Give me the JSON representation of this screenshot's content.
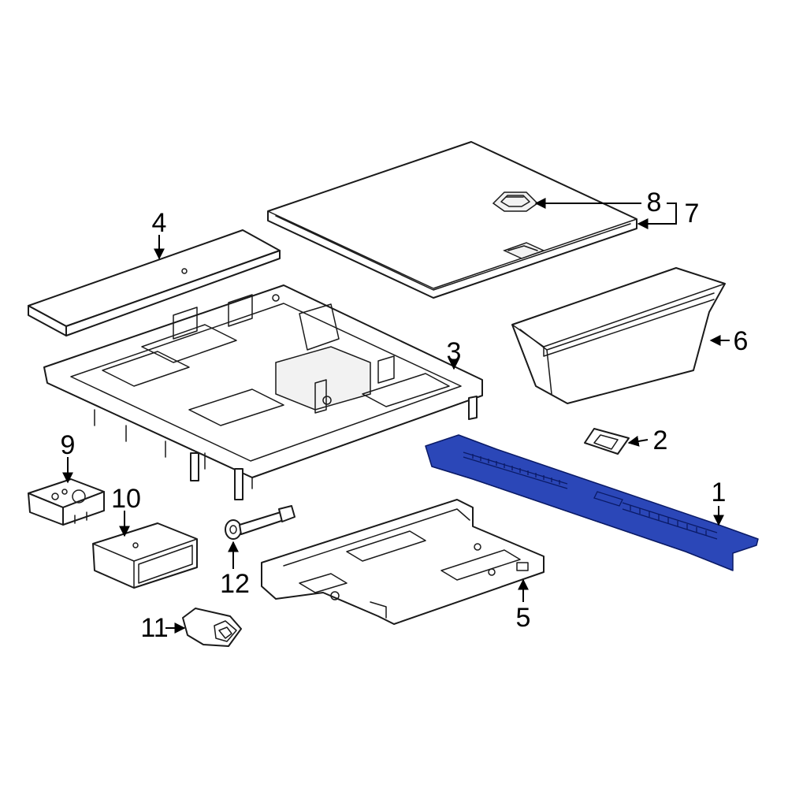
{
  "highlight_color": "#2b47b8",
  "callouts": {
    "c1": "1",
    "c2": "2",
    "c3": "3",
    "c4": "4",
    "c5": "5",
    "c6": "6",
    "c7": "7",
    "c8": "8",
    "c9": "9",
    "c10": "10",
    "c11": "11",
    "c12": "12"
  }
}
